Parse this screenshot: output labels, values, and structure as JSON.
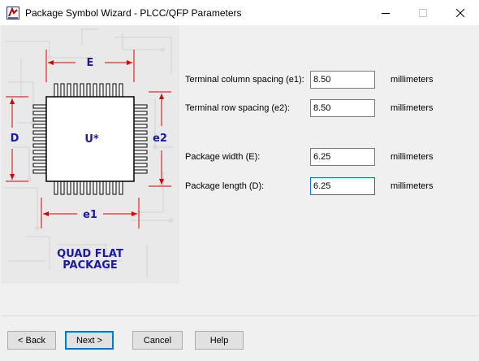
{
  "window": {
    "title": "Package Symbol Wizard - PLCC/QFP Parameters"
  },
  "diagram": {
    "dim_e": "E",
    "dim_d": "D",
    "dim_e1": "e1",
    "dim_e2": "e2",
    "chip_label": "U*",
    "caption_line1": "QUAD FLAT",
    "caption_line2": "PACKAGE",
    "dimension_color": "#e00000",
    "label_color": "#1a1aa6"
  },
  "fields": {
    "e1": {
      "label": "Terminal column spacing (e1):",
      "value": "8.50",
      "unit": "millimeters"
    },
    "e2": {
      "label": "Terminal row spacing (e2):",
      "value": "8.50",
      "unit": "millimeters"
    },
    "width": {
      "label": "Package width (E):",
      "value": "6.25",
      "unit": "millimeters"
    },
    "length": {
      "label": "Package length (D):",
      "value": "6.25",
      "unit": "millimeters"
    }
  },
  "buttons": {
    "back": "< Back",
    "next": "Next >",
    "cancel": "Cancel",
    "help": "Help"
  }
}
